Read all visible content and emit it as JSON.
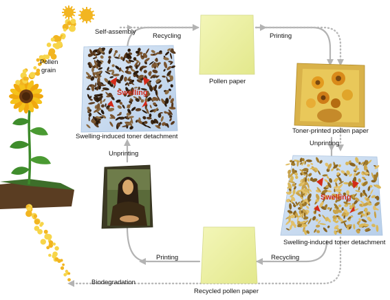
{
  "labels": {
    "self_assembly": "Self-assembly",
    "recycling_top": "Recycling",
    "printing_top": "Printing",
    "pollen_paper": "Pollen paper",
    "pollen": "Pollen",
    "grain": "grain",
    "toner_printed": "Toner-printed pollen paper",
    "unprinting_right": "Unprinting",
    "unprinting_left": "Unprinting",
    "swelling_left": "Swelling-induced toner detachment",
    "swelling_right": "Swelling-induced toner detachment",
    "printing_bottom": "Printing",
    "recycling_bottom": "Recycling",
    "biodegradation": "Biodegradation",
    "recycled_paper": "Recycled pollen paper",
    "swelling_word": "Swelling"
  },
  "colors": {
    "arrow_grey": "#b3b3b3",
    "paper_yellow": "#eef2a6",
    "pollen_orange": "#f2b521",
    "pollen_light": "#f7d54a",
    "soil": "#5a3d22",
    "stem_green": "#3d8a2a",
    "swell_red": "#d42a1a",
    "glass_blue": "#cfe0f3"
  }
}
